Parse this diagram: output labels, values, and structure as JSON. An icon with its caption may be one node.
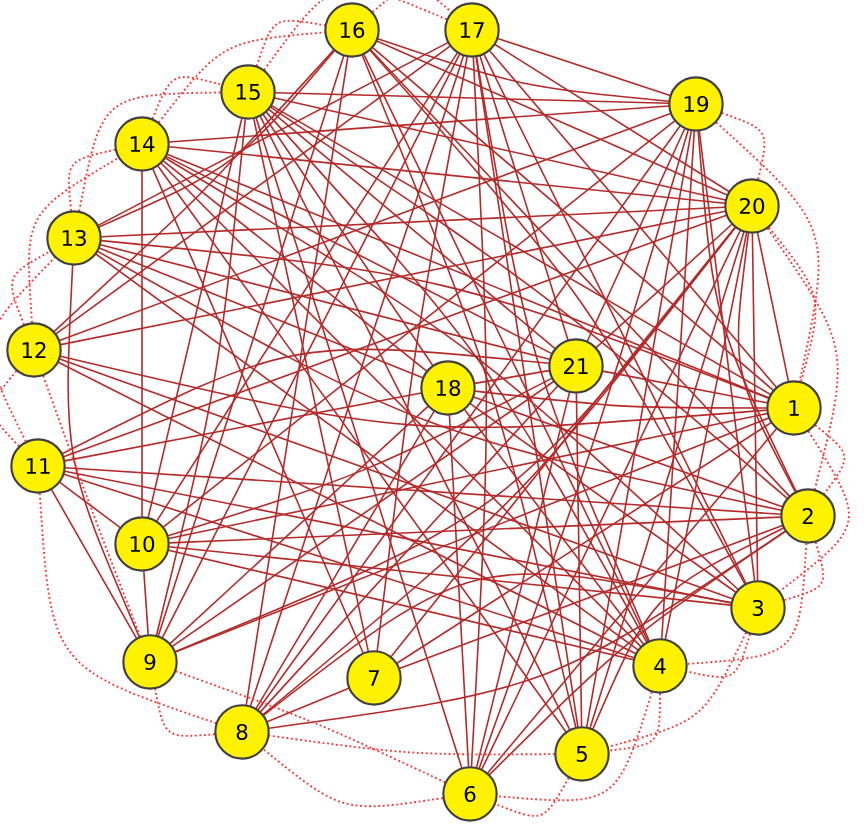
{
  "diagram": {
    "nodes": [
      {
        "text": [
          "1"
        ]
      },
      {
        "text": [
          "2"
        ]
      },
      {
        "text": [
          "3"
        ]
      },
      {
        "text": [
          "4"
        ]
      },
      {
        "text": [
          "5"
        ]
      },
      {
        "text": [
          "6"
        ]
      },
      {
        "text": [
          "7"
        ]
      },
      {
        "text": [
          "8"
        ]
      },
      {
        "text": [
          "9"
        ]
      },
      {
        "text": [
          "10"
        ]
      },
      {
        "text": [
          "11"
        ]
      },
      {
        "text": [
          "12"
        ]
      },
      {
        "text": [
          "13"
        ]
      },
      {
        "text": [
          "14"
        ]
      },
      {
        "text": [
          "15"
        ]
      },
      {
        "text": [
          "16"
        ]
      },
      {
        "text": [
          "17"
        ]
      },
      {
        "text": [
          "18"
        ]
      },
      {
        "text": [
          "19"
        ]
      },
      {
        "text": [
          "20"
        ]
      },
      {
        "text": [
          "21"
        ]
      }
    ],
    "edges": [
      {
        "from": 14,
        "to": 0,
        "arrow": "none"
      },
      {
        "from": 14,
        "to": 1,
        "arrow": "none"
      },
      {
        "from": 14,
        "to": 3,
        "arrow": "none"
      },
      {
        "from": 14,
        "to": 4,
        "arrow": "none"
      },
      {
        "from": 14,
        "to": 6,
        "arrow": "none"
      },
      {
        "from": 14,
        "to": 8,
        "arrow": "none"
      },
      {
        "from": 14,
        "to": 9,
        "arrow": "none"
      },
      {
        "from": 14,
        "to": 17,
        "arrow": "none"
      },
      {
        "from": 14,
        "to": 20,
        "arrow": "none"
      },
      {
        "from": 14,
        "to": 19,
        "arrow": "none"
      },
      {
        "from": 14,
        "to": 18,
        "arrow": "none"
      },
      {
        "from": 14,
        "to": 5,
        "arrow": "none"
      },
      {
        "from": 13,
        "to": 0,
        "arrow": "none"
      },
      {
        "from": 13,
        "to": 2,
        "arrow": "none"
      },
      {
        "from": 13,
        "to": 4,
        "arrow": "none"
      },
      {
        "from": 13,
        "to": 9,
        "arrow": "none"
      },
      {
        "from": 13,
        "to": 17,
        "arrow": "none"
      },
      {
        "from": 13,
        "to": 20,
        "arrow": "none"
      },
      {
        "from": 13,
        "to": 3,
        "arrow": "none"
      },
      {
        "from": 12,
        "to": 1,
        "arrow": "none"
      },
      {
        "from": 12,
        "to": 17,
        "arrow": "none"
      },
      {
        "from": 12,
        "to": 20,
        "arrow": "none"
      },
      {
        "from": 12,
        "to": 8,
        "arrow": "none"
      },
      {
        "from": 12,
        "to": 0,
        "arrow": "none"
      },
      {
        "from": 11,
        "to": 0,
        "arrow": "none"
      },
      {
        "from": 11,
        "to": 19,
        "arrow": "none"
      },
      {
        "from": 11,
        "to": 2,
        "arrow": "none"
      },
      {
        "from": 11,
        "to": 18,
        "arrow": "none"
      },
      {
        "from": 11,
        "to": 3,
        "arrow": "none"
      },
      {
        "from": 10,
        "to": 17,
        "arrow": "none"
      },
      {
        "from": 10,
        "to": 20,
        "arrow": "none"
      },
      {
        "from": 10,
        "to": 1,
        "arrow": "none"
      },
      {
        "from": 10,
        "to": 2,
        "arrow": "none"
      },
      {
        "from": 10,
        "to": 8,
        "arrow": "none"
      },
      {
        "from": 10,
        "to": 9,
        "arrow": "none"
      },
      {
        "from": 10,
        "to": 3,
        "arrow": "none"
      },
      {
        "from": 10,
        "to": 19,
        "arrow": "none"
      },
      {
        "from": 9,
        "to": 18,
        "arrow": "none"
      },
      {
        "from": 9,
        "to": 0,
        "arrow": "none"
      },
      {
        "from": 9,
        "to": 1,
        "arrow": "none"
      },
      {
        "from": 9,
        "to": 2,
        "arrow": "none"
      },
      {
        "from": 9,
        "to": 3,
        "arrow": "none"
      },
      {
        "from": 9,
        "to": 16,
        "arrow": "none"
      },
      {
        "from": 9,
        "to": 20,
        "arrow": "none"
      },
      {
        "from": 9,
        "to": 8,
        "arrow": "none"
      },
      {
        "from": 8,
        "to": 15,
        "arrow": "none"
      },
      {
        "from": 8,
        "to": 16,
        "arrow": "none"
      },
      {
        "from": 8,
        "to": 20,
        "arrow": "none"
      },
      {
        "from": 8,
        "to": 17,
        "arrow": "none"
      },
      {
        "from": 8,
        "to": 19,
        "arrow": "none"
      },
      {
        "from": 8,
        "to": 0,
        "arrow": "none"
      },
      {
        "from": 7,
        "to": 15,
        "arrow": "none"
      },
      {
        "from": 7,
        "to": 16,
        "arrow": "none"
      },
      {
        "from": 7,
        "to": 17,
        "arrow": "none"
      },
      {
        "from": 7,
        "to": 19,
        "arrow": "none"
      },
      {
        "from": 7,
        "to": 20,
        "arrow": "none"
      },
      {
        "from": 7,
        "to": 1,
        "arrow": "none"
      },
      {
        "from": 7,
        "to": 18,
        "arrow": "none"
      },
      {
        "from": 7,
        "to": 6,
        "arrow": "none"
      },
      {
        "from": 7,
        "to": 2,
        "arrow": "none"
      },
      {
        "from": 6,
        "to": 16,
        "arrow": "none"
      },
      {
        "from": 6,
        "to": 19,
        "arrow": "none"
      },
      {
        "from": 6,
        "to": 0,
        "arrow": "none"
      },
      {
        "from": 6,
        "to": 1,
        "arrow": "none"
      },
      {
        "from": 6,
        "to": 13,
        "arrow": "none"
      },
      {
        "from": 5,
        "to": 16,
        "arrow": "none"
      },
      {
        "from": 5,
        "to": 17,
        "arrow": "none"
      },
      {
        "from": 5,
        "to": 20,
        "arrow": "none"
      },
      {
        "from": 5,
        "to": 0,
        "arrow": "none"
      },
      {
        "from": 5,
        "to": 1,
        "arrow": "none"
      },
      {
        "from": 5,
        "to": 19,
        "arrow": "none"
      },
      {
        "from": 5,
        "to": 18,
        "arrow": "none"
      },
      {
        "from": 4,
        "to": 15,
        "arrow": "none"
      },
      {
        "from": 4,
        "to": 16,
        "arrow": "none"
      },
      {
        "from": 4,
        "to": 20,
        "arrow": "none"
      },
      {
        "from": 4,
        "to": 18,
        "arrow": "none"
      },
      {
        "from": 4,
        "to": 19,
        "arrow": "none"
      },
      {
        "from": 4,
        "to": 1,
        "arrow": "none"
      },
      {
        "from": 3,
        "to": 15,
        "arrow": "none"
      },
      {
        "from": 3,
        "to": 16,
        "arrow": "none"
      },
      {
        "from": 3,
        "to": 17,
        "arrow": "none"
      },
      {
        "from": 3,
        "to": 18,
        "arrow": "none"
      },
      {
        "from": 3,
        "to": 19,
        "arrow": "none"
      },
      {
        "from": 3,
        "to": 12,
        "arrow": "none"
      },
      {
        "from": 2,
        "to": 16,
        "arrow": "none"
      },
      {
        "from": 2,
        "to": 17,
        "arrow": "none"
      },
      {
        "from": 2,
        "to": 18,
        "arrow": "none"
      },
      {
        "from": 2,
        "to": 19,
        "arrow": "none"
      },
      {
        "from": 2,
        "to": 15,
        "arrow": "none"
      },
      {
        "from": 1,
        "to": 19,
        "arrow": "none"
      },
      {
        "from": 1,
        "to": 18,
        "arrow": "none"
      },
      {
        "from": 1,
        "to": 15,
        "arrow": "none"
      },
      {
        "from": 1,
        "to": 17,
        "arrow": "none"
      },
      {
        "from": 0,
        "to": 19,
        "arrow": "none"
      },
      {
        "from": 0,
        "to": 16,
        "arrow": "none"
      },
      {
        "from": 0,
        "to": 17,
        "arrow": "none"
      },
      {
        "from": 0,
        "to": 20,
        "arrow": "none"
      },
      {
        "from": 16,
        "to": 18,
        "arrow": "none"
      },
      {
        "from": 16,
        "to": 19,
        "arrow": "none"
      },
      {
        "from": 16,
        "to": 20,
        "arrow": "none"
      },
      {
        "from": 16,
        "to": 12,
        "arrow": "none"
      },
      {
        "from": 16,
        "to": 11,
        "arrow": "none"
      },
      {
        "from": 15,
        "to": 18,
        "arrow": "none"
      },
      {
        "from": 15,
        "to": 19,
        "arrow": "none"
      },
      {
        "from": 15,
        "to": 0,
        "arrow": "none"
      },
      {
        "from": 15,
        "to": 11,
        "arrow": "none"
      },
      {
        "from": 15,
        "to": 12,
        "arrow": "none"
      },
      {
        "from": 18,
        "to": 13,
        "arrow": "none"
      },
      {
        "from": 18,
        "to": 20,
        "arrow": "none"
      },
      {
        "from": 19,
        "to": 12,
        "arrow": "none"
      },
      {
        "from": 19,
        "to": 13,
        "arrow": "none"
      },
      {
        "from": 19,
        "to": 20,
        "arrow": "none"
      },
      {
        "from": 20,
        "to": 17,
        "arrow": "none"
      },
      {
        "from": 18,
        "to": 19,
        "arrow": "none",
        "style": "dashed",
        "color": "#ff3333"
      },
      {
        "from": 19,
        "to": 0,
        "arrow": "none",
        "style": "dashed",
        "color": "#ff3333"
      },
      {
        "from": 0,
        "to": 1,
        "arrow": "none",
        "style": "dashed",
        "color": "#ff3333"
      },
      {
        "from": 1,
        "to": 2,
        "arrow": "none",
        "style": "dashed",
        "color": "#ff3333"
      },
      {
        "from": 2,
        "to": 3,
        "arrow": "none",
        "style": "dashed",
        "color": "#ff3333"
      },
      {
        "from": 3,
        "to": 4,
        "arrow": "none",
        "style": "dashed",
        "color": "#ff3333"
      },
      {
        "from": 4,
        "to": 5,
        "arrow": "none",
        "style": "dashed",
        "color": "#ff3333"
      },
      {
        "from": 5,
        "to": 7,
        "arrow": "none",
        "style": "dashed",
        "color": "#ff3333"
      },
      {
        "from": 7,
        "to": 8,
        "arrow": "none",
        "style": "dashed",
        "color": "#ff3333"
      },
      {
        "from": 10,
        "to": 11,
        "arrow": "none",
        "style": "dashed",
        "color": "#ff3333"
      },
      {
        "from": 11,
        "to": 12,
        "arrow": "none",
        "style": "dashed",
        "color": "#ff3333"
      },
      {
        "from": 12,
        "to": 13,
        "arrow": "none",
        "style": "dashed",
        "color": "#ff3333"
      },
      {
        "from": 13,
        "to": 14,
        "arrow": "none",
        "style": "dashed",
        "color": "#ff3333"
      },
      {
        "from": 14,
        "to": 15,
        "arrow": "none",
        "style": "dashed",
        "color": "#ff3333"
      },
      {
        "from": 15,
        "to": 16,
        "arrow": "none",
        "style": "dashed",
        "color": "#ff3333"
      },
      {
        "from": 18,
        "to": 0,
        "arrow": "none",
        "style": "dashed",
        "color": "#ff3333"
      },
      {
        "from": 19,
        "to": 1,
        "arrow": "none",
        "style": "dashed",
        "color": "#ff3333"
      },
      {
        "from": 0,
        "to": 2,
        "arrow": "none",
        "style": "dashed",
        "color": "#ff3333"
      },
      {
        "from": 1,
        "to": 3,
        "arrow": "none",
        "style": "dashed",
        "color": "#ff3333"
      },
      {
        "from": 2,
        "to": 4,
        "arrow": "none",
        "style": "dashed",
        "color": "#ff3333"
      },
      {
        "from": 3,
        "to": 5,
        "arrow": "none",
        "style": "dashed",
        "color": "#ff3333"
      },
      {
        "from": 4,
        "to": 7,
        "arrow": "none",
        "style": "dashed",
        "color": "#ff3333"
      },
      {
        "from": 5,
        "to": 8,
        "arrow": "none",
        "style": "dashed",
        "color": "#ff3333"
      },
      {
        "from": 7,
        "to": 10,
        "arrow": "none",
        "style": "dashed",
        "color": "#ff3333"
      },
      {
        "from": 8,
        "to": 11,
        "arrow": "none",
        "style": "dashed",
        "color": "#ff3333"
      },
      {
        "from": 10,
        "to": 12,
        "arrow": "none",
        "style": "dashed",
        "color": "#ff3333"
      },
      {
        "from": 11,
        "to": 13,
        "arrow": "none",
        "style": "dashed",
        "color": "#ff3333"
      },
      {
        "from": 12,
        "to": 14,
        "arrow": "none",
        "style": "dashed",
        "color": "#ff3333"
      },
      {
        "from": 13,
        "to": 15,
        "arrow": "none",
        "style": "dashed",
        "color": "#ff3333"
      },
      {
        "from": 14,
        "to": 16,
        "arrow": "none",
        "style": "dashed",
        "color": "#ff3333"
      }
    ]
  }
}
